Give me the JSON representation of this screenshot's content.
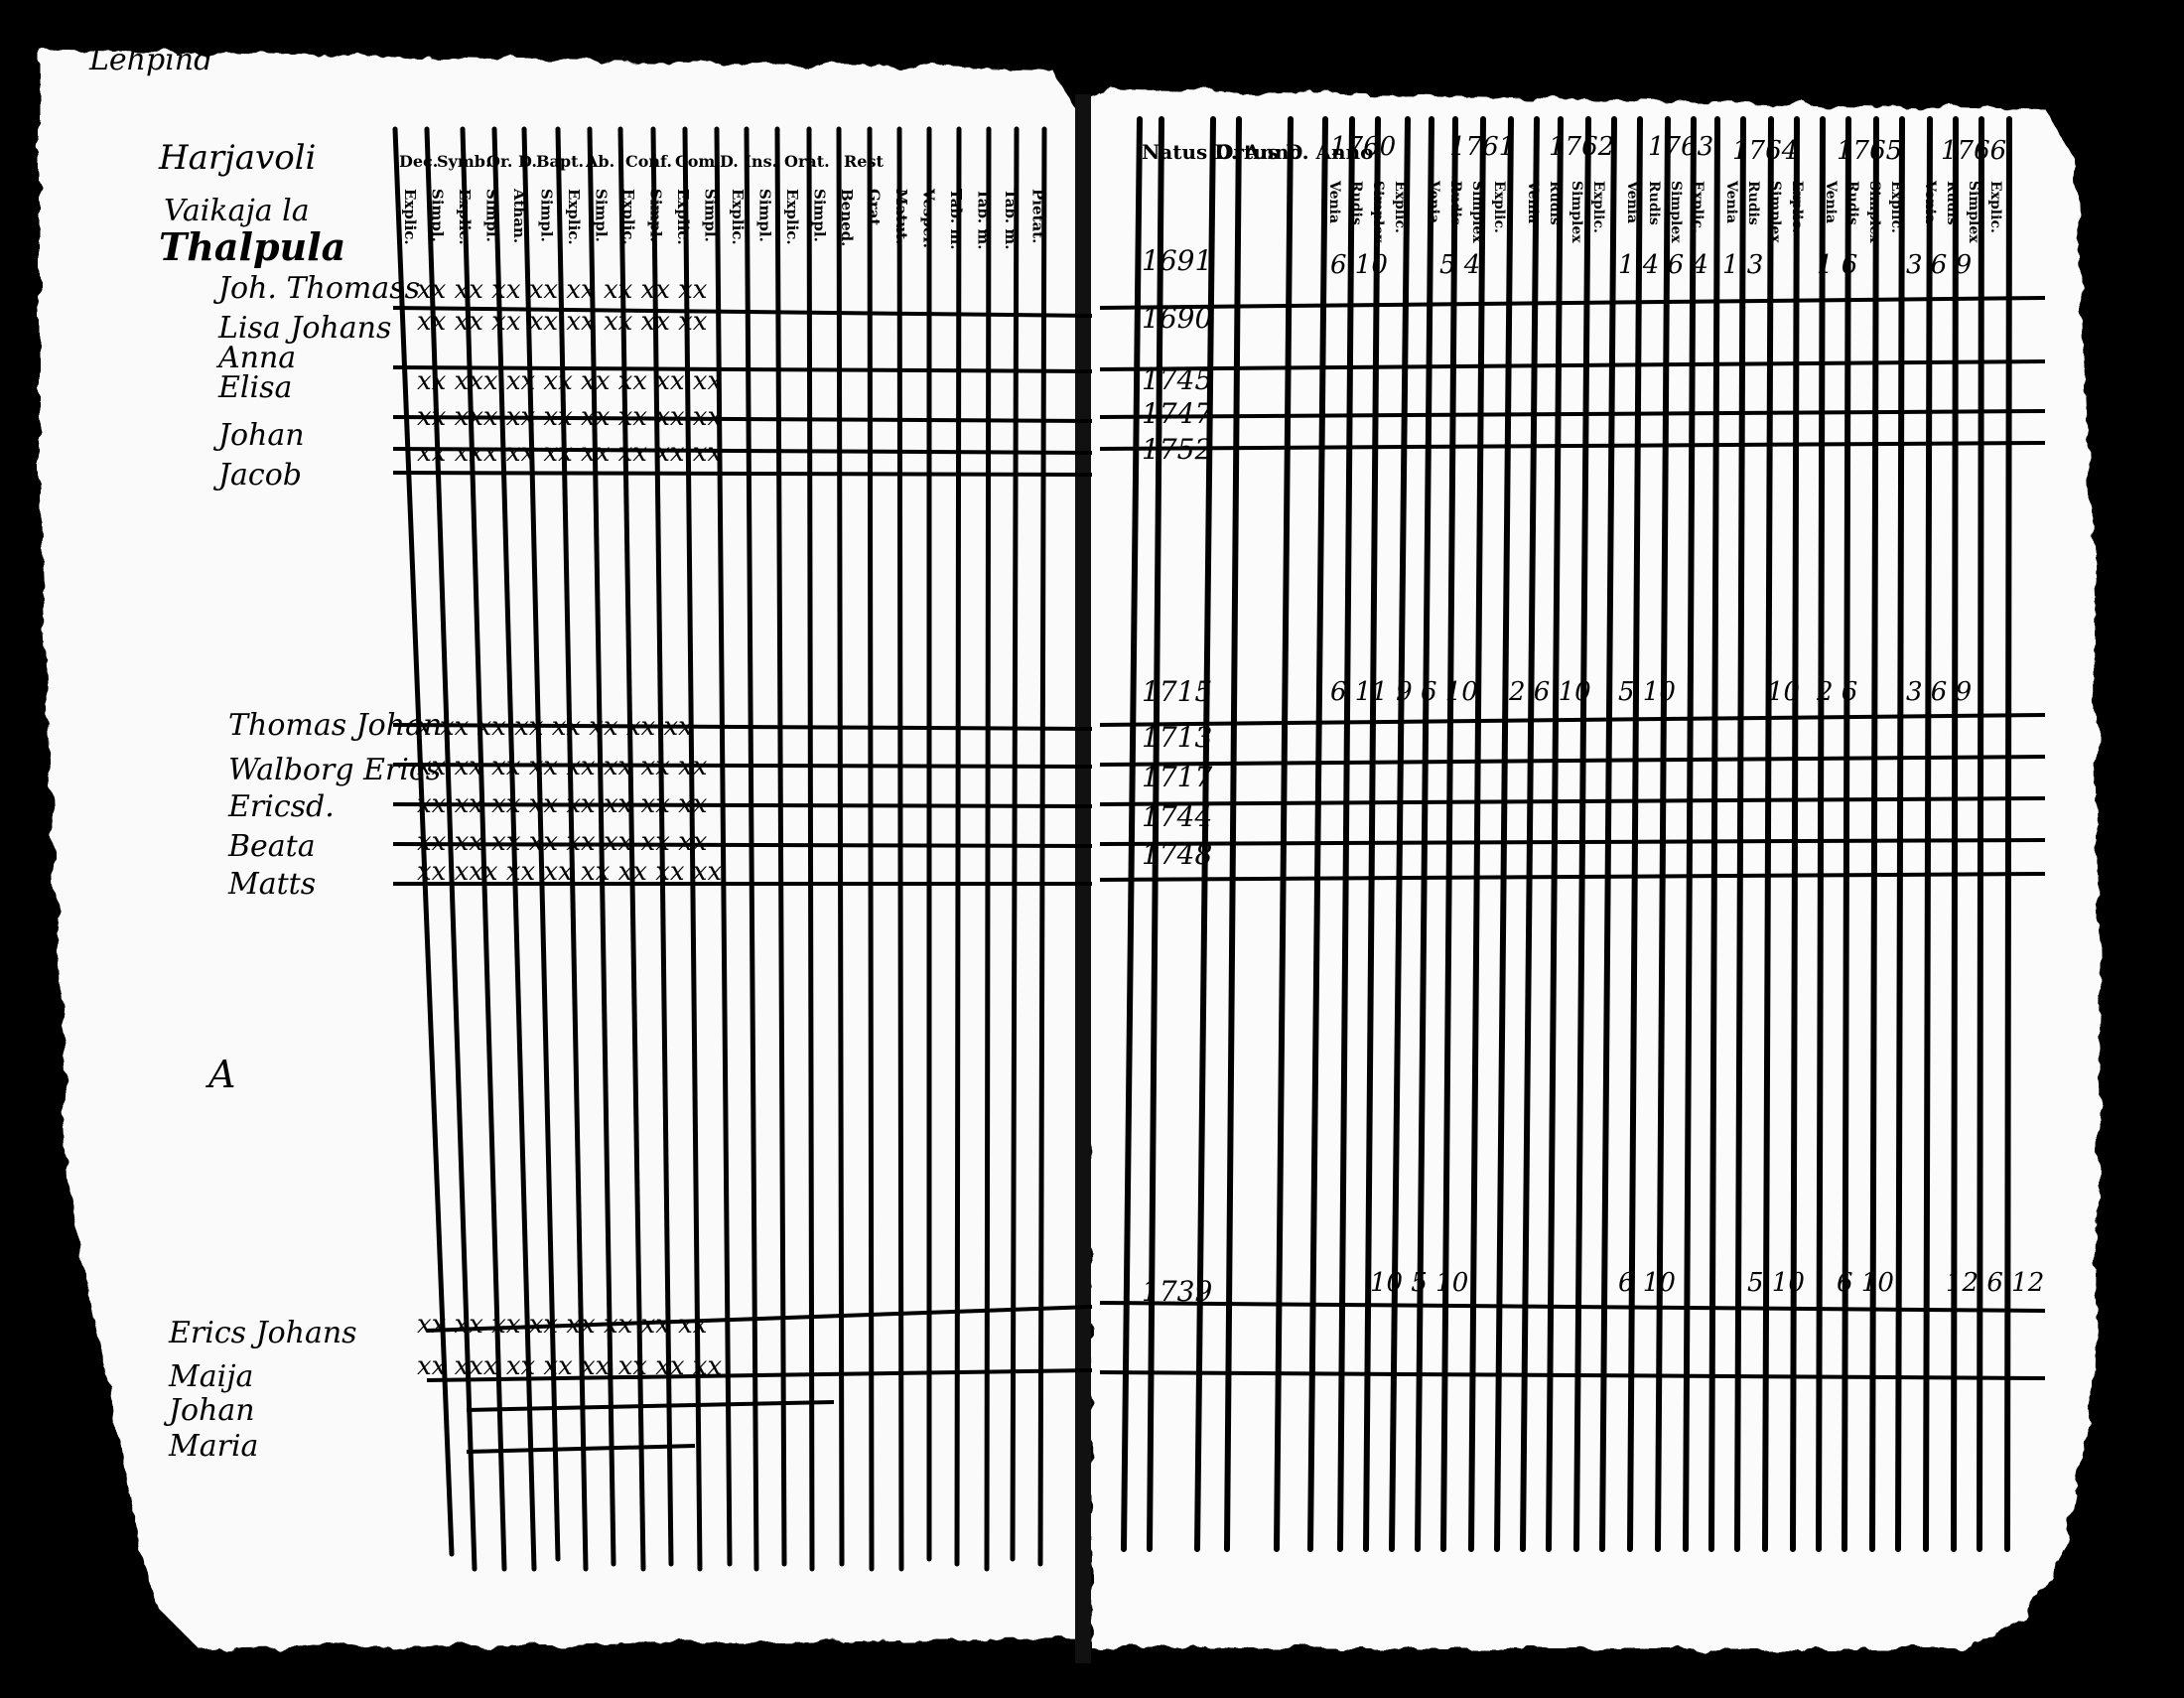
{
  "document": {
    "type": "parish register (rippikirja) spread",
    "left_page": {
      "corner_label": "Lehpind",
      "village_heading": [
        "Harjavoli",
        "Vaikaja la",
        "Thalpula"
      ],
      "column_headers": [
        "Dec.",
        "Symb.",
        "Or. D.",
        "Bapt.",
        "Ab.",
        "Conf.",
        "Com.",
        "D. Ins.",
        "Orat.",
        "Rest"
      ],
      "column_subheaders": [
        "Explic.",
        "Simpl.",
        "Explic.",
        "Simpl.",
        "Athan.",
        "Simpl.",
        "Explic.",
        "Simpl.",
        "Explic.",
        "Simpl.",
        "Explic.",
        "Simpl.",
        "Explic.",
        "Simpl.",
        "Explic.",
        "Simpl.",
        "Bened.",
        "Grat.",
        "Matut.",
        "Vesper.",
        "Tab. m.",
        "Tab. m.",
        "Tab. m.",
        "Pietat."
      ],
      "households": [
        {
          "persons": [
            "Joh. Thomass",
            "Lisa Johans",
            "Anna",
            "Elisa",
            "Johan",
            "Jacob"
          ],
          "marks": [
            "xx xx xx xx xx xx xx xx",
            "xx xx xx xx xx xx xx xx",
            "xx xxx xx xx xx xx xx xx",
            "xx xxx xx xx xx xx xx xx",
            "xx xxx xx xx xx xx xx xx"
          ]
        },
        {
          "persons": [
            "Thomas Johan",
            "Walborg Erics",
            "Ericsd.",
            "Beata",
            "Matts"
          ],
          "marks": [
            "x xx xx xx xx xx xx xx",
            "xx xx xx xx xx xx xx xx",
            "xx xx xx xx xx xx xx xx",
            "xx xx xx xx xx xx xx xx",
            "xx xxx xx xx xx xx xx xx"
          ]
        },
        {
          "persons": [
            "Erics Johans",
            "Maija",
            "Johan",
            "Maria"
          ],
          "marks": [
            "xx xx xx xx xx xx xx xx",
            "xx xxx xx xx xx xx xx xx"
          ]
        }
      ],
      "margin_letter": "A"
    },
    "right_page": {
      "column_headers": [
        "Natus D. Anno",
        "Ortus D. Anno",
        "1760",
        "1761",
        "1762",
        "1763",
        "1764",
        "1765",
        "1766"
      ],
      "column_subheaders": [
        "Venia",
        "Rudis",
        "Simplex",
        "Explic."
      ],
      "birth_years": [
        "1691",
        "1690",
        "1745",
        "1747",
        "1752",
        "1715",
        "1713",
        "1717",
        "1744",
        "1748",
        "1739"
      ],
      "entries_block_1": [
        "6 10",
        "5 4",
        "1 4 6 4",
        "1 3",
        "1 6",
        "3 6 9"
      ],
      "entries_block_2": [
        "6 11 9 6 10",
        "2 6 10",
        "5 10",
        "10",
        "2 6",
        "3 6 9"
      ],
      "entries_block_3": [
        "10 5 10",
        "6 10",
        "5 10",
        "6 10",
        "12 6 12"
      ]
    }
  }
}
